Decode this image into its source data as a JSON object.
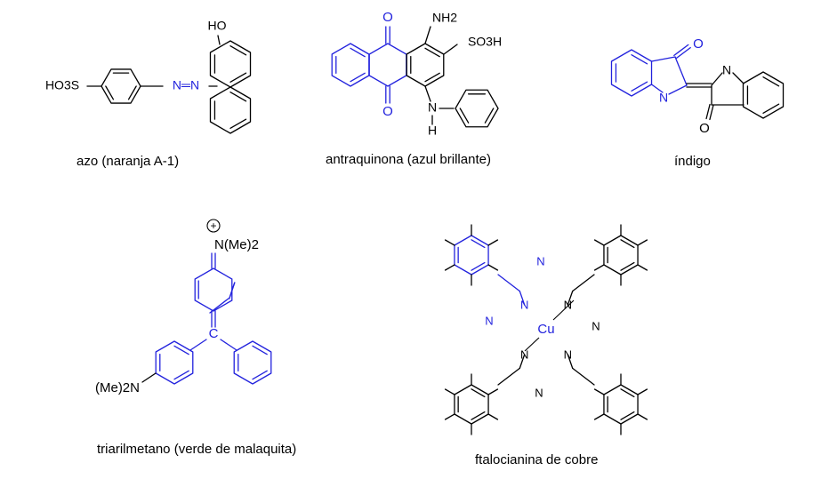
{
  "colors": {
    "blue": "#2222dd",
    "black": "#000000"
  },
  "panels": {
    "azo": {
      "caption": "azo  (naranja A-1)",
      "labels": {
        "sulfonate": "HO3S",
        "hydroxy": "HO",
        "azo": "N═N"
      }
    },
    "anthraquinone": {
      "caption": "antraquinona (azul brillante)",
      "labels": {
        "amine": "NH2",
        "sulfonic": "SO3H",
        "oxo_top": "O",
        "oxo_bottom": "O",
        "nh": "N",
        "h": "H"
      }
    },
    "indigo": {
      "caption": "índigo",
      "labels": {
        "oxo_top": "O",
        "oxo_bottom": "O",
        "n_left": "N",
        "n_right": "N"
      }
    },
    "triarylmethane": {
      "caption": "triarilmetano (verde de malaquita)",
      "labels": {
        "iminium": "N(Me)2",
        "plus": "+",
        "carbon": "C",
        "amine": "(Me)2N"
      }
    },
    "phthalocyanine": {
      "caption": "ftalocianina de cobre",
      "labels": {
        "metal": "Cu",
        "n": "N"
      }
    }
  }
}
